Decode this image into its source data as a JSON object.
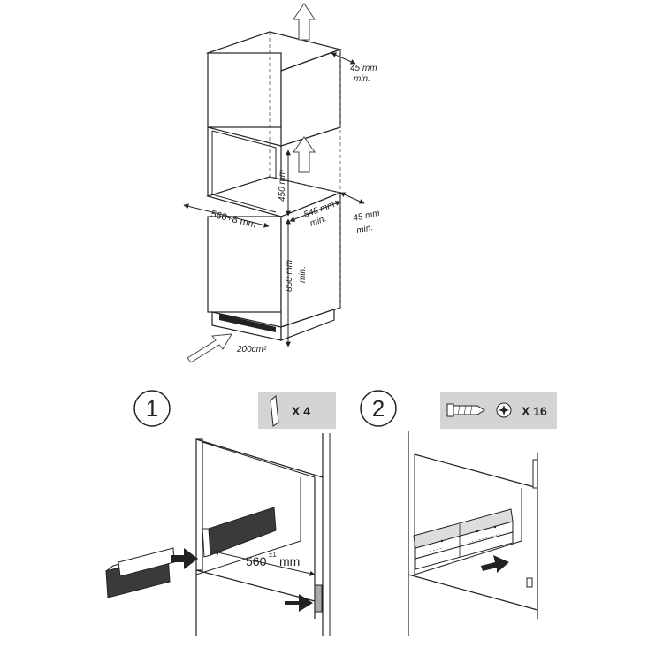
{
  "top_diagram": {
    "top_clearance": "45 mm",
    "top_clearance_min": "min.",
    "niche_height": "450 mm",
    "niche_width": "560+8 mm",
    "depth": "545 mm",
    "depth_min": "min.",
    "rear_clearance": "45 mm",
    "rear_clearance_min": "min.",
    "floor_height": "850 mm",
    "floor_height_min": "min.",
    "vent_area": "200cm²"
  },
  "step1": {
    "number": "1",
    "kit_count": "X 4",
    "width_value": "560",
    "width_tolerance": "±1",
    "width_unit": "mm"
  },
  "step2": {
    "number": "2",
    "kit_count": "X 16"
  }
}
